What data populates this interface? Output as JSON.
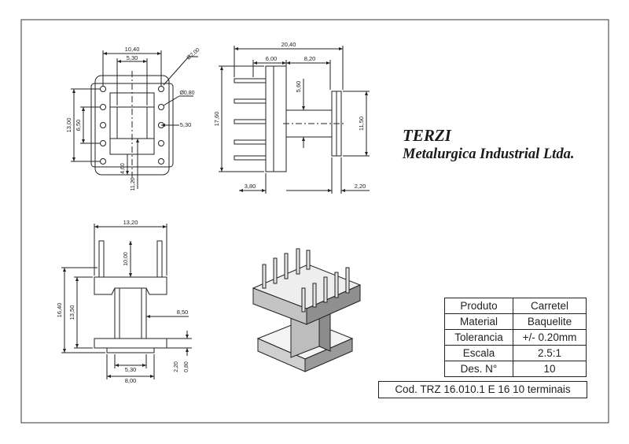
{
  "company": {
    "name": "TERZI",
    "subtitle": "Metalurgica Industrial Ltda."
  },
  "title_block": {
    "rows": [
      {
        "label": "Produto",
        "value": "Carretel"
      },
      {
        "label": "Material",
        "value": "Baquelite"
      },
      {
        "label": "Tolerancia",
        "value": "+/-  0.20mm"
      },
      {
        "label": "Escala",
        "value": "2.5:1"
      },
      {
        "label": "Des. N°",
        "value": "10"
      }
    ],
    "code": "Cod. TRZ 16.010.1 E 16 10 terminais"
  },
  "dimensions": {
    "top_view": {
      "width_outer": "10,40",
      "width_inner": "5,30",
      "pin_dia": "Ø2,00",
      "pin_circle": "Ø0,80",
      "height_outer": "13,00",
      "height_inner": "6,50",
      "pitch": "5,30",
      "offset_small": "4,60",
      "offset_large": "11,20"
    },
    "side_view": {
      "overall": "20,40",
      "left_part": "6,00",
      "right_part": "8,20",
      "neck": "5,60",
      "height_left": "17,60",
      "height_right": "11,50",
      "bottom_left": "3,80",
      "bottom_right": "2,20"
    },
    "front_view": {
      "width_top": "13,20",
      "pin_length": "10,00",
      "height_overall": "16,40",
      "height_body": "13,50",
      "core_width": "8,50",
      "base_inner": "5,30",
      "base_width": "8,00",
      "flange_a": "2,20",
      "flange_b": "0,80"
    }
  }
}
